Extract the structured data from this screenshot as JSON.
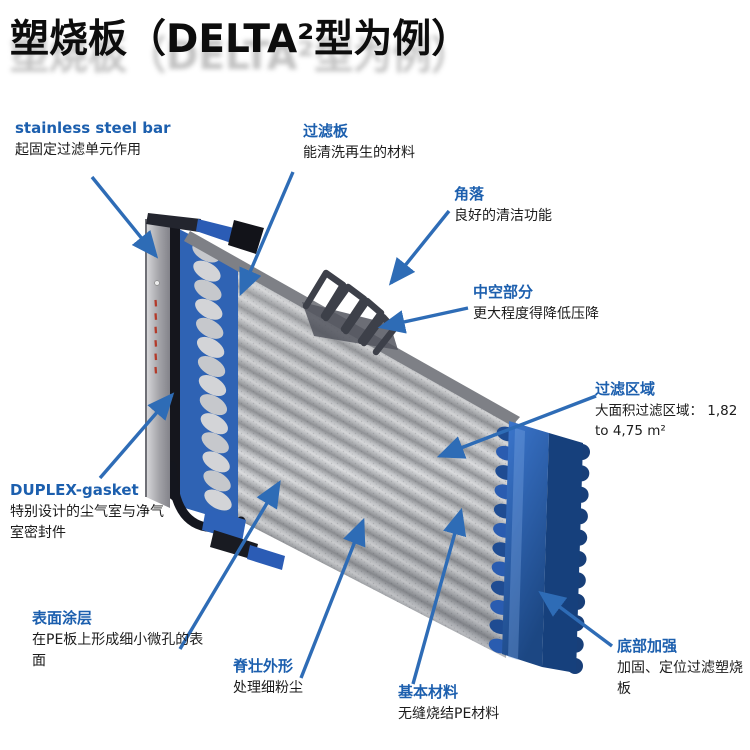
{
  "title": {
    "text": "塑烧板（DELTA²型为例）"
  },
  "labels": {
    "stainless_steel_bar": {
      "heading": "stainless steel bar",
      "desc": "起固定过滤单元作用"
    },
    "filter_plate": {
      "heading": "过滤板",
      "desc": "能清洗再生的材料"
    },
    "corner": {
      "heading": "角落",
      "desc": "良好的清洁功能"
    },
    "hollow_section": {
      "heading": "中空部分",
      "desc": "更大程度得降低压降"
    },
    "filter_area": {
      "heading": "过滤区域",
      "desc": "大面积过滤区域： 1,82 to 4,75 m²"
    },
    "duplex_gasket": {
      "heading": "DUPLEX-gasket",
      "desc": "特别设计的尘气室与净气室密封件"
    },
    "surface_coating": {
      "heading": "表面涂层",
      "desc": "在PE板上形成细小微孔的表面"
    },
    "ridge_shape": {
      "heading": "脊壮外形",
      "desc": "处理细粉尘"
    },
    "base_material": {
      "heading": "基本材料",
      "desc": "无缝烧结PE材料"
    },
    "bottom_reinforcement": {
      "heading": "底部加强",
      "desc": "加固、定位过滤塑烧板"
    }
  },
  "colors": {
    "label_blue": "#1c5fae",
    "arrow_blue": "#2e6cb6",
    "text_black": "#1c1c1c",
    "frame_blue": "#2f63b4",
    "cap_blue": "#1d4b96",
    "plate_gray": "#b5b7ba",
    "bar_gray": "#a6a6ab"
  }
}
